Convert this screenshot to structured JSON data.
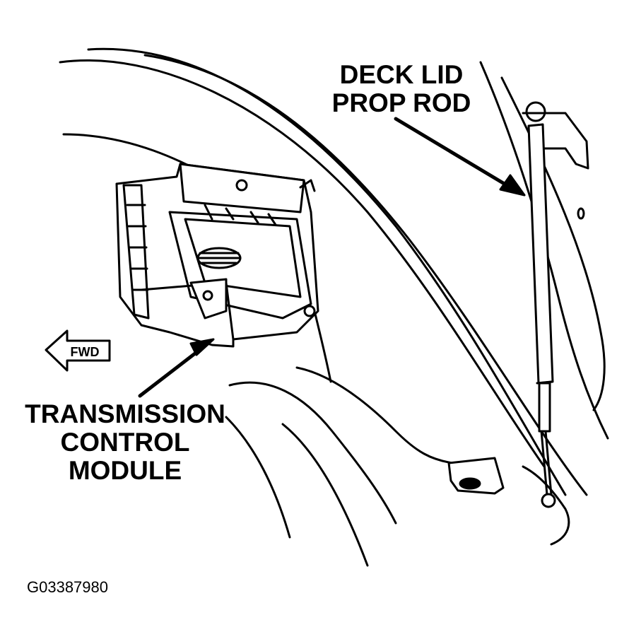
{
  "labels": {
    "deck_lid_prop_rod": [
      "DECK LID",
      "PROP ROD"
    ],
    "transmission_control_module": [
      "TRANSMISSION",
      "CONTROL",
      "MODULE"
    ],
    "fwd": "FWD"
  },
  "figure_id": "G03387980",
  "colors": {
    "line": "#000000",
    "background": "#ffffff"
  }
}
